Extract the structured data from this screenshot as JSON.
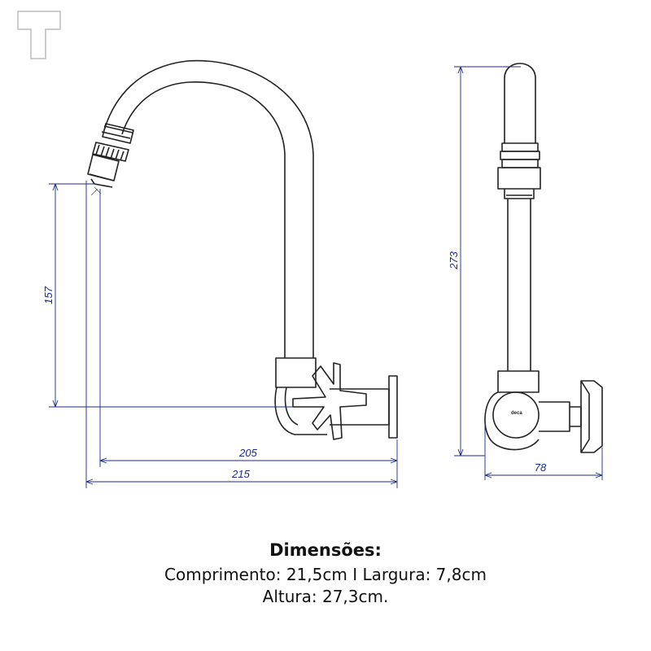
{
  "dimensions_front": {
    "height_spout": "157",
    "depth_outlet": "205",
    "total_length": "215"
  },
  "dimensions_side": {
    "total_height": "273",
    "width": "78"
  },
  "brand_mark": "deca",
  "logo": {
    "icon": "t-letter-logo-icon"
  },
  "caption": {
    "title": "Dimensões:",
    "line1": "Comprimento: 21,5cm I Largura: 7,8cm",
    "line2": "Altura: 27,3cm."
  },
  "colors": {
    "dimension": "#1a2a8c",
    "outline": "#222222"
  }
}
